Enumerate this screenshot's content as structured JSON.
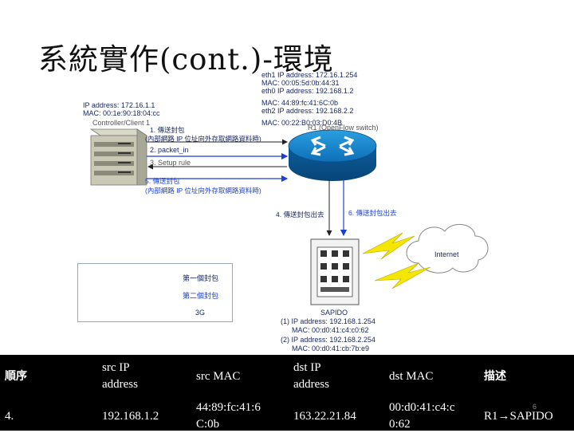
{
  "title": "系統實作(cont.)-環境",
  "router": {
    "lines": [
      "eth1 IP address: 172.16.1.254",
      "MAC: 00:05:5d:0b:44:31",
      "eth0 IP address: 192.168.1.2",
      "MAC: 44:89:fc:41:6C:0b",
      "eth2 IP address: 192.168.2.2",
      "MAC: 00:22:B0:03:D0:4B"
    ],
    "name": "R1 (OpenFlow switch)"
  },
  "controller": {
    "lines": [
      "IP address: 172.16.1.1",
      "MAC: 00:1e:90:18:04:cc"
    ],
    "name": "Controller/Client 1"
  },
  "steps": {
    "s1": "1. 傳送封包",
    "s1_note": "(內部網路 IP 位址向外存取網路資料時)",
    "s2": "2. packet_in",
    "s3": "3. Setup rule",
    "s5": "5. 傳送封包",
    "s5_note": "(內部網路 IP 位址向外存取網路資料時)",
    "s4": "4. 傳送封包出去",
    "s6": "6. 傳送封包出去"
  },
  "internet_label": "Internet",
  "legend": {
    "first_packet": "第一個封包",
    "second_packet": "第二個封包",
    "three_g": "3G"
  },
  "sapido": {
    "name": "SAPIDO",
    "lines": [
      "(1) IP address: 192.168.1.254",
      "MAC: 00:d0:41:c4:c0:62",
      "(2) IP address: 192.168.2.254",
      "MAC: 00:d0:41:cb:7b:e9"
    ]
  },
  "table": {
    "headers": [
      "順序",
      "src IP|address",
      "src MAC",
      "dst IP|address",
      "dst MAC",
      "描述"
    ],
    "row": [
      "4.",
      "192.168.1.2",
      "44:89:fc:41:6|C:0b",
      "163.22.21.84",
      "00:d0:41:c4:c|0:62",
      "R1→SAPIDO"
    ]
  },
  "page_number": "6",
  "colors": {
    "arrow_blue": "#1a3fd8",
    "lightning": "#f5e600",
    "table_bg": "#000000"
  }
}
